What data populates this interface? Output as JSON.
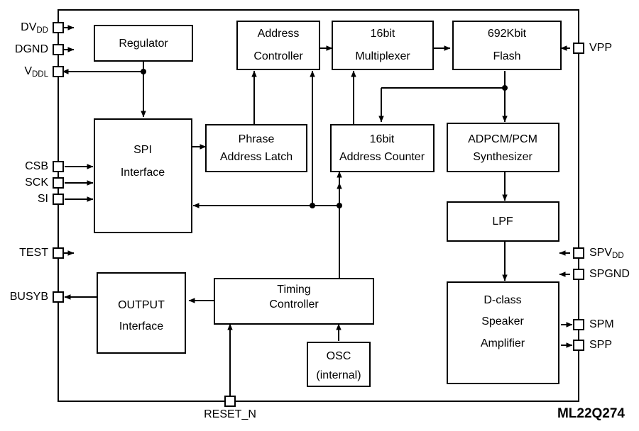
{
  "diagram": {
    "title": "ML22Q274 block diagram",
    "part_number": "ML22Q274",
    "colors": {
      "line": "#000000",
      "background": "#ffffff",
      "block_fill": "#ffffff"
    },
    "blocks": [
      {
        "id": "regulator",
        "label": "Regulator",
        "lines": [
          "Regulator"
        ]
      },
      {
        "id": "addr-ctrl",
        "label": "Address Controller",
        "lines": [
          "Address",
          "Controller"
        ]
      },
      {
        "id": "mux",
        "label": "16bit Multiplexer",
        "lines": [
          "16bit",
          "Multiplexer"
        ]
      },
      {
        "id": "flash",
        "label": "692Kbit Flash",
        "lines": [
          "692Kbit",
          "Flash"
        ]
      },
      {
        "id": "spi",
        "label": "SPI Interface",
        "lines": [
          "SPI",
          "Interface"
        ]
      },
      {
        "id": "phrase-latch",
        "label": "Phrase Address Latch",
        "lines": [
          "Phrase",
          "Address Latch"
        ]
      },
      {
        "id": "addr-counter",
        "label": "16bit Address Counter",
        "lines": [
          "16bit",
          "Address Counter"
        ]
      },
      {
        "id": "synth",
        "label": "ADPCM/PCM Synthesizer",
        "lines": [
          "ADPCM/PCM",
          "Synthesizer"
        ]
      },
      {
        "id": "lpf",
        "label": "LPF",
        "lines": [
          "LPF"
        ]
      },
      {
        "id": "output-if",
        "label": "OUTPUT Interface",
        "lines": [
          "OUTPUT",
          "Interface"
        ]
      },
      {
        "id": "timing-ctrl",
        "label": "Timing Controller",
        "lines": [
          "Timing",
          "Controller"
        ]
      },
      {
        "id": "osc",
        "label": "OSC (internal)",
        "lines": [
          "OSC",
          "(internal)"
        ]
      },
      {
        "id": "amp",
        "label": "D-class Speaker Amplifier",
        "lines": [
          "D-class",
          "Speaker",
          "Amplifier"
        ]
      }
    ],
    "pins": {
      "left": [
        {
          "id": "dvdd",
          "base": "DV",
          "sub": "DD",
          "direction": "in"
        },
        {
          "id": "dgnd",
          "base": "DGND",
          "sub": "",
          "direction": "in"
        },
        {
          "id": "vddl",
          "base": "V",
          "sub": "DDL",
          "direction": "out"
        },
        {
          "id": "csb",
          "base": "CSB",
          "sub": "",
          "direction": "in"
        },
        {
          "id": "sck",
          "base": "SCK",
          "sub": "",
          "direction": "in"
        },
        {
          "id": "si",
          "base": "SI",
          "sub": "",
          "direction": "in"
        },
        {
          "id": "test",
          "base": "TEST",
          "sub": "",
          "direction": "in"
        },
        {
          "id": "busyb",
          "base": "BUSYB",
          "sub": "",
          "direction": "out"
        }
      ],
      "right": [
        {
          "id": "vpp",
          "base": "VPP",
          "sub": "",
          "direction": "in"
        },
        {
          "id": "spvdd",
          "base": "SPV",
          "sub": "DD",
          "direction": "in"
        },
        {
          "id": "spgnd",
          "base": "SPGND",
          "sub": "",
          "direction": "in"
        },
        {
          "id": "spm",
          "base": "SPM",
          "sub": "",
          "direction": "out"
        },
        {
          "id": "spp",
          "base": "SPP",
          "sub": "",
          "direction": "out"
        }
      ],
      "bottom": [
        {
          "id": "reset-n",
          "base": "RESET_N",
          "sub": "",
          "direction": "in"
        }
      ]
    }
  }
}
